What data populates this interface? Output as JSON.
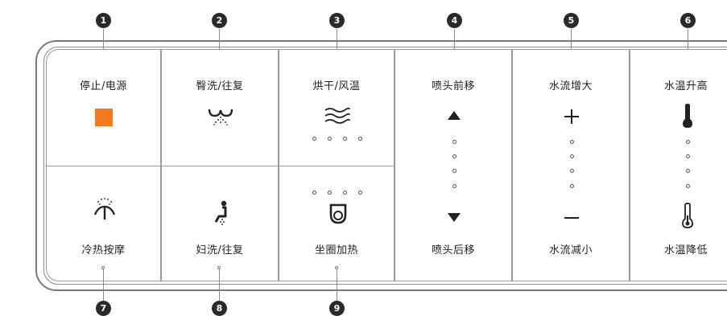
{
  "callouts": [
    "1",
    "2",
    "3",
    "4",
    "5",
    "6",
    "7",
    "8",
    "9"
  ],
  "buttons": {
    "stop_power": {
      "label": "停止/电源",
      "icon": "stop-square-icon",
      "color": "#f47a20"
    },
    "rear_wash": {
      "label": "臀洗/往复",
      "icon": "rear-wash-spray-icon"
    },
    "dry_air_temp": {
      "label": "烘干/风温",
      "icon": "warm-air-icon"
    },
    "hot_cold_massage": {
      "label": "冷热按摩",
      "icon": "massage-spray-icon"
    },
    "feminine_wash": {
      "label": "妇洗/往复",
      "icon": "feminine-wash-icon"
    },
    "seat_heat": {
      "label": "坐圈加热",
      "icon": "toilet-seat-icon"
    },
    "nozzle_forward": {
      "label": "喷头前移",
      "icon": "triangle-up-icon"
    },
    "nozzle_backward": {
      "label": "喷头后移",
      "icon": "triangle-down-icon"
    },
    "flow_up": {
      "label": "水流增大",
      "icon": "plus-icon"
    },
    "flow_down": {
      "label": "水流减小",
      "icon": "minus-icon"
    },
    "temp_up": {
      "label": "水温升高",
      "icon": "thermometer-full-icon"
    },
    "temp_down": {
      "label": "水温降低",
      "icon": "thermometer-low-icon"
    }
  },
  "colors": {
    "accent": "#f47a20",
    "line": "#8a8a8a",
    "text": "#222222",
    "callout_bg": "#2a2a2a"
  }
}
